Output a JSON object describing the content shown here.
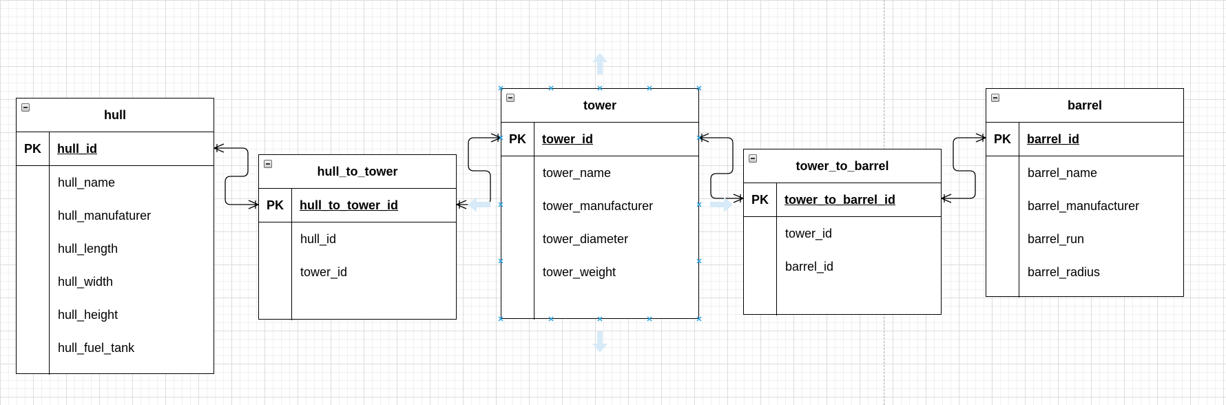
{
  "tables": {
    "hull": {
      "title": "hull",
      "pk_label": "PK",
      "pk_name": "hull_id",
      "fields": [
        "hull_name",
        "hull_manufaturer",
        "hull_length",
        "hull_width",
        "hull_height",
        "hull_fuel_tank"
      ]
    },
    "hull_to_tower": {
      "title": "hull_to_tower",
      "pk_label": "PK",
      "pk_name": "hull_to_tower_id",
      "fields": [
        "hull_id",
        "tower_id"
      ]
    },
    "tower": {
      "title": "tower",
      "pk_label": "PK",
      "pk_name": "tower_id",
      "fields": [
        "tower_name",
        "tower_manufacturer",
        "tower_diameter",
        "tower_weight"
      ]
    },
    "tower_to_barrel": {
      "title": "tower_to_barrel",
      "pk_label": "PK",
      "pk_name": "tower_to_barrel_id",
      "fields": [
        "tower_id",
        "barrel_id"
      ]
    },
    "barrel": {
      "title": "barrel",
      "pk_label": "PK",
      "pk_name": "barrel_id",
      "fields": [
        "barrel_name",
        "barrel_manufacturer",
        "barrel_run",
        "barrel_radius"
      ]
    }
  },
  "colors": {
    "selection_handle": "#29a3e0",
    "hover_arrow": "#d7eaf8",
    "grid": "#dcdcdc"
  }
}
